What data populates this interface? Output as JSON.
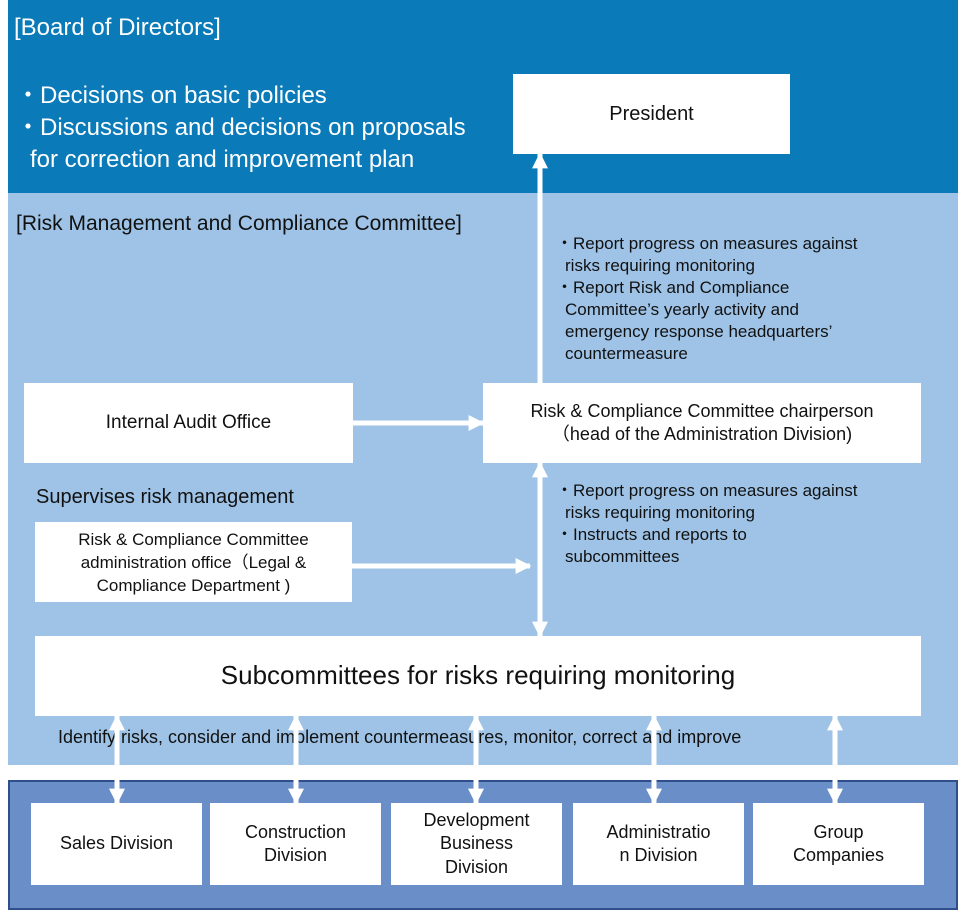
{
  "board": {
    "title": "[Board of Directors]",
    "policies": [
      "・Decisions on basic policies",
      "・Discussions and decisions on proposals",
      "for correction and improvement plan"
    ]
  },
  "president": {
    "label": "President"
  },
  "committee": {
    "title": "[Risk Management and Compliance Committee]"
  },
  "upper_report": [
    "・Report progress on measures against",
    "risks requiring monitoring",
    "・Report Risk and Compliance",
    "Committee’s yearly activity and",
    "emergency response headquarters’",
    "countermeasure"
  ],
  "internal_audit": {
    "label": "Internal Audit Office"
  },
  "chairperson": {
    "line1": "Risk & Compliance Committee chairperson",
    "line2": "（head of the Administration Division)"
  },
  "supervises": "Supervises risk management",
  "admin_office": {
    "lines": [
      "Risk & Compliance Committee",
      "administration office（Legal &",
      "Compliance Department )"
    ]
  },
  "lower_report": [
    "・Report progress on measures against",
    "risks requiring monitoring",
    "・Instructs and reports to",
    "subcommittees"
  ],
  "subcommittees": {
    "label": "Subcommittees for risks requiring monitoring"
  },
  "identify": "Identify risks, consider and implement countermeasures, monitor, correct and improve",
  "divisions": [
    {
      "lines": [
        "Sales Division"
      ]
    },
    {
      "lines": [
        "Construction",
        "Division"
      ]
    },
    {
      "lines": [
        "Development",
        "Business",
        "Division"
      ]
    },
    {
      "lines": [
        "Administratio",
        "n Division"
      ]
    },
    {
      "lines": [
        "Group",
        "Companies"
      ]
    }
  ],
  "colors": {
    "board_band": "#0a7ab8",
    "committee_band": "#9ec3e6",
    "divisions_band": "#6a8ec8",
    "box": "#ffffff",
    "arrow": "#ffffff"
  }
}
